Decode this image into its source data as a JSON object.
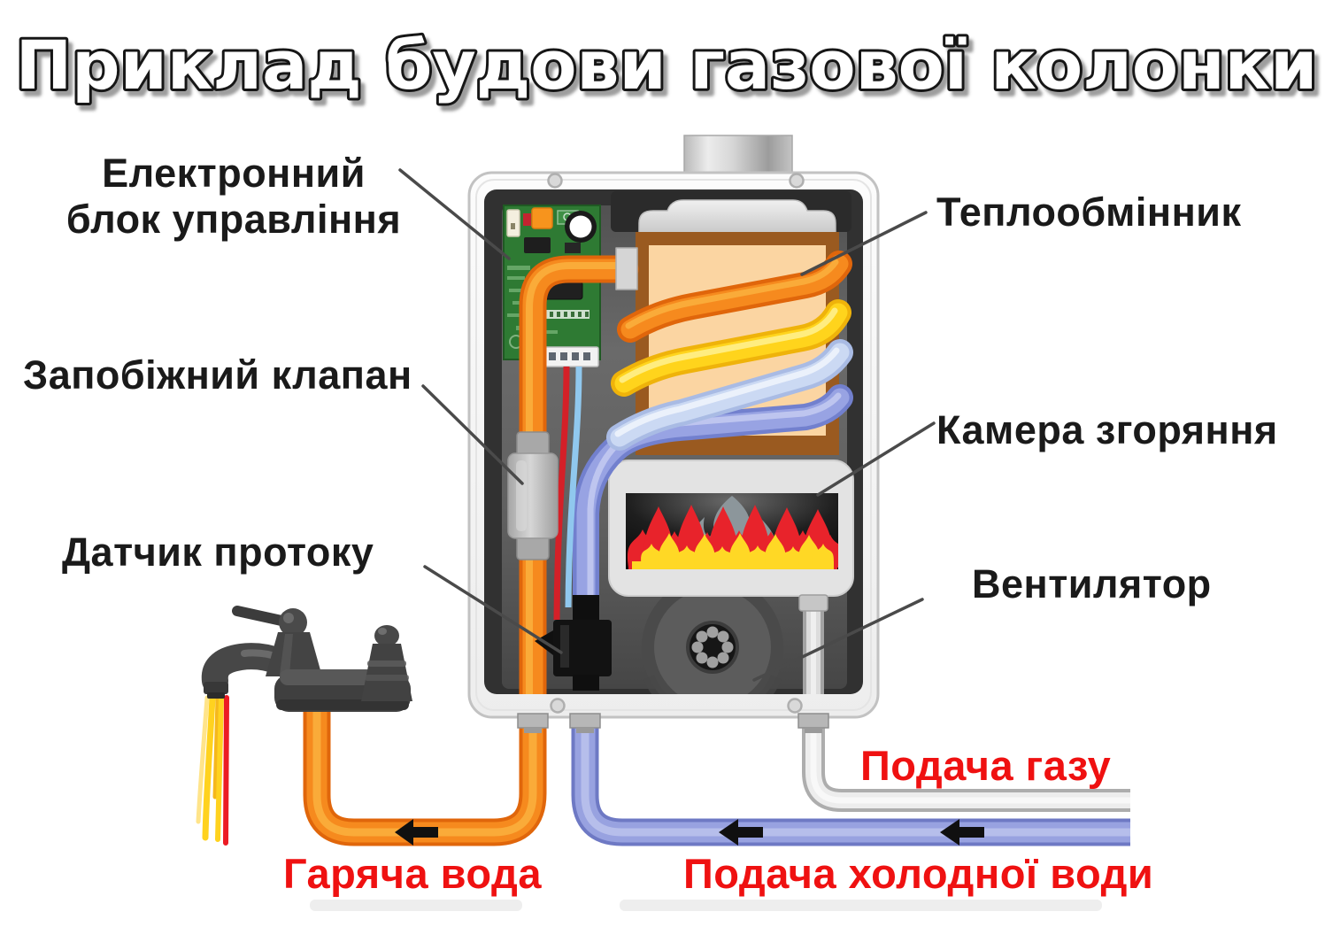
{
  "title": "Приклад будови газової колонки",
  "labels": {
    "control_unit_line1": "Електронний",
    "control_unit_line2": "блок управління",
    "safety_valve": "Запобіжний клапан",
    "flow_sensor": "Датчик протоку",
    "heat_exchanger": "Теплообмінник",
    "combustion_chamber": "Камера згоряння",
    "fan": "Вентилятор",
    "gas_supply": "Подача газу",
    "hot_water": "Гаряча вода",
    "cold_water_supply": "Подача холодної води"
  },
  "colors": {
    "label_text": "#1A1A1A",
    "flow_label_red": "#EF1111",
    "hot_pipe_orange": "#F68A1E",
    "coil_yellow": "#FFD41C",
    "coil_light_blue": "#CBD9F3",
    "cold_pipe_blue": "#98A2E0",
    "gas_pipe_gray": "#EDEDED",
    "board_green": "#2E7A33",
    "flame_red": "#E8232B",
    "flame_yellow": "#FFD825",
    "heat_exchanger_brown": "#9A5A20",
    "heat_exchanger_peach": "#FBD5A2"
  }
}
